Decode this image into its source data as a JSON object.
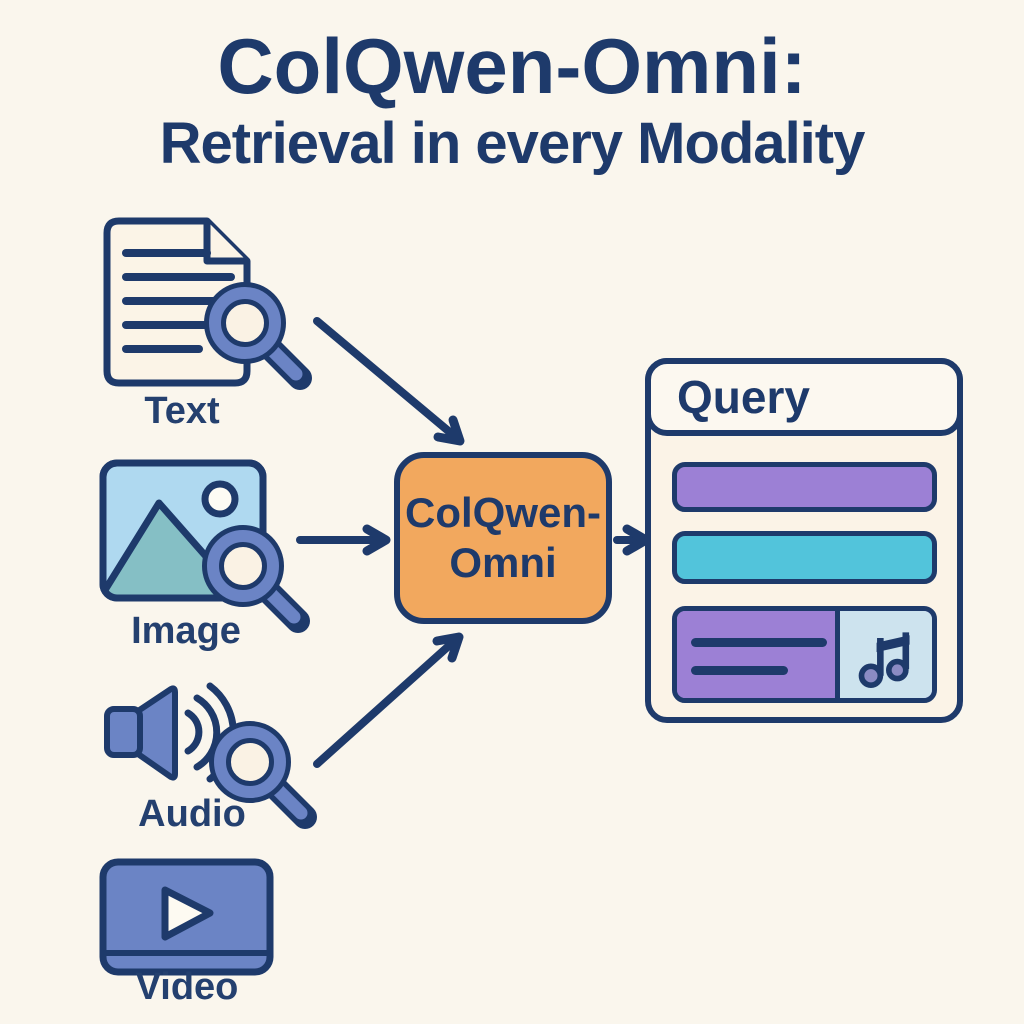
{
  "title": {
    "line1": "ColQwen-Omni:",
    "line2": "Retrieval in every Modality"
  },
  "modalities": [
    {
      "id": "text",
      "label": "Text",
      "icon": "document-search-icon"
    },
    {
      "id": "image",
      "label": "Image",
      "icon": "image-search-icon"
    },
    {
      "id": "audio",
      "label": "Audio",
      "icon": "audio-search-icon"
    },
    {
      "id": "video",
      "label": "Video",
      "icon": "video-player-icon"
    }
  ],
  "model": {
    "line1": "ColQwen-",
    "line2": "Omni"
  },
  "query": {
    "title": "Query",
    "result_bars": [
      {
        "type": "result-bar",
        "color": "#9C80D5"
      },
      {
        "type": "result-bar",
        "color": "#52C4DB"
      },
      {
        "type": "audio-result-bar",
        "color": "#9C80D5",
        "accessory_icon": "music-note-icon",
        "accessory_bg": "#CDE3EE"
      }
    ]
  },
  "edges": [
    {
      "from": "text",
      "to": "model"
    },
    {
      "from": "image",
      "to": "model"
    },
    {
      "from": "audio",
      "to": "model"
    },
    {
      "from": "model",
      "to": "query"
    }
  ],
  "colors": {
    "background": "#FAF6ED",
    "navy": "#1E3A6B",
    "blue": "#6B84C5",
    "orange": "#F2A85E",
    "purple": "#9C80D5",
    "teal": "#52C4DB",
    "light_blue": "#CDE3EE",
    "image_sky": "#AFD9F0",
    "mountain": "#85BFC5",
    "cream": "#FBF3E7"
  }
}
